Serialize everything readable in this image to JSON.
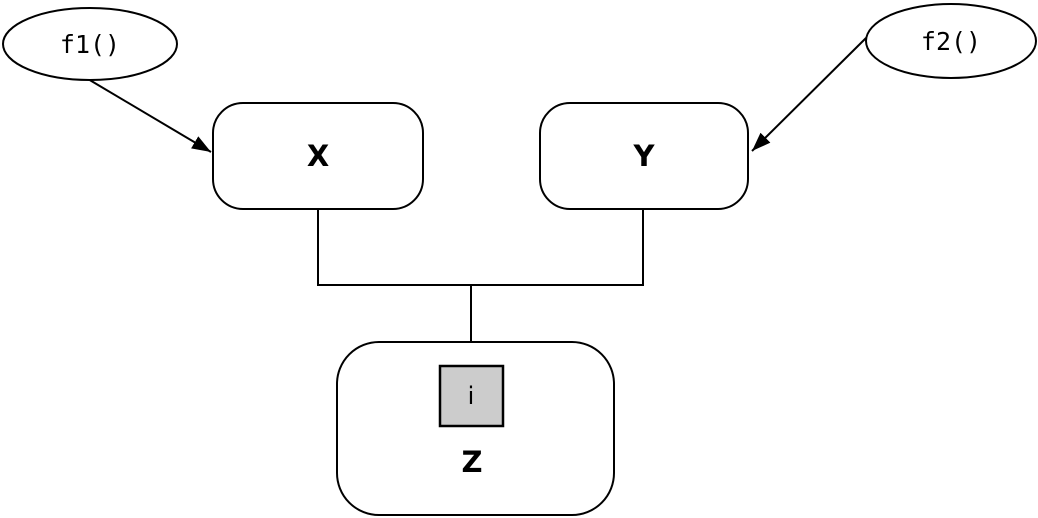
{
  "diagram": {
    "kind": "dataflow-graph",
    "background": "#ffffff",
    "colors": {
      "stroke": "#000000",
      "node_fill": "#ffffff",
      "index_fill": "#cccccc",
      "text": "#000000"
    },
    "nodes": {
      "f1": {
        "label": "f1()",
        "shape": "ellipse"
      },
      "f2": {
        "label": "f2()",
        "shape": "ellipse"
      },
      "x": {
        "label": "X",
        "shape": "rounded-rect"
      },
      "y": {
        "label": "Y",
        "shape": "rounded-rect"
      },
      "z": {
        "label": "Z",
        "shape": "rounded-rect"
      },
      "i": {
        "label": "i",
        "shape": "square-port",
        "parent": "z"
      }
    },
    "edges": [
      {
        "from": "f1",
        "to": "x",
        "arrow": true,
        "style": "straight"
      },
      {
        "from": "f2",
        "to": "y",
        "arrow": true,
        "style": "straight"
      },
      {
        "from": "x",
        "to": "z.i",
        "arrow": true,
        "style": "orthogonal-merge"
      },
      {
        "from": "y",
        "to": "z.i",
        "arrow": true,
        "style": "orthogonal-merge"
      }
    ]
  }
}
